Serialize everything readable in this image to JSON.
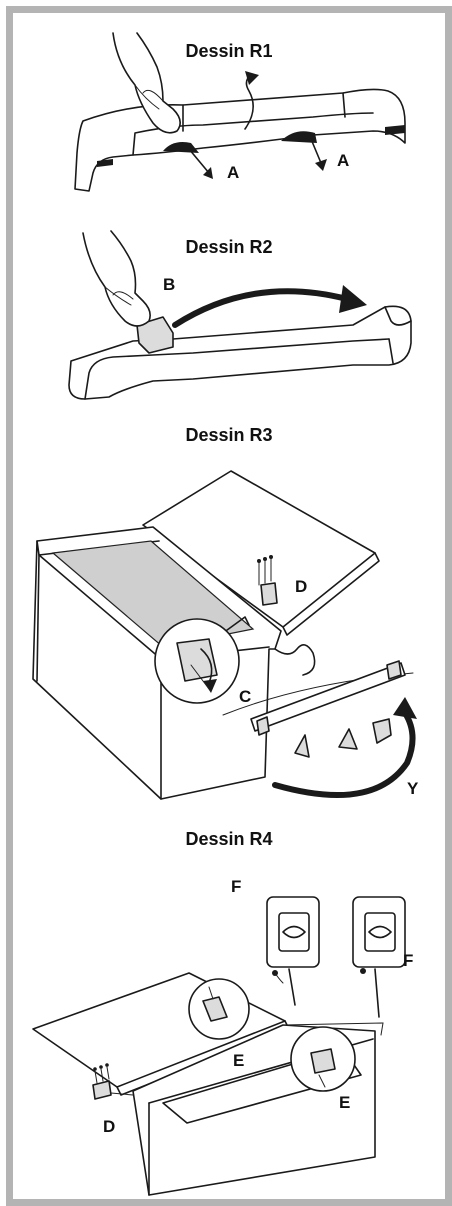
{
  "panels": {
    "r1": {
      "title": "Dessin R1",
      "labels": {
        "a_left": "A",
        "a_right": "A"
      }
    },
    "r2": {
      "title": "Dessin R2",
      "labels": {
        "b": "B"
      }
    },
    "r3": {
      "title": "Dessin R3",
      "labels": {
        "d": "D",
        "c": "C",
        "y": "Y"
      }
    },
    "r4": {
      "title": "Dessin R4",
      "labels": {
        "f_left": "F",
        "f_right": "F",
        "e_left": "E",
        "e_right": "E",
        "d": "D"
      }
    }
  }
}
